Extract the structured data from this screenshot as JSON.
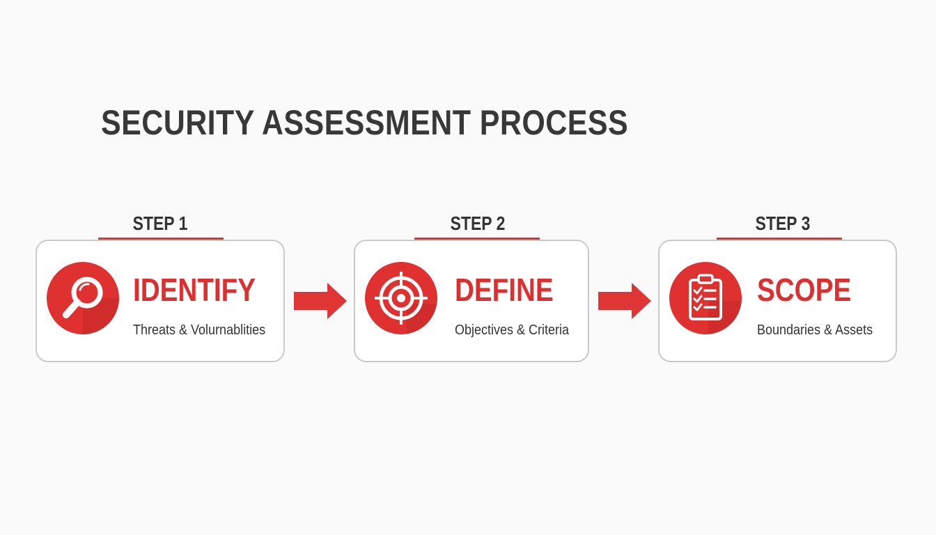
{
  "title": "SECURITY ASSESSMENT PROCESS",
  "steps": [
    {
      "label": "STEP 1",
      "title": "IDENTIFY",
      "subtitle": "Threats & Volurnablities",
      "icon": "magnifying-glass-icon"
    },
    {
      "label": "STEP 2",
      "title": "DEFINE",
      "subtitle": "Objectives & Criteria",
      "icon": "target-crosshair-icon"
    },
    {
      "label": "STEP 3",
      "title": "SCOPE",
      "subtitle": "Boundaries & Assets",
      "icon": "clipboard-checklist-icon"
    }
  ],
  "colors": {
    "accent": "#dc3030",
    "title_text": "#383838",
    "card_border": "#c9c9c9",
    "background": "#fafafa"
  }
}
